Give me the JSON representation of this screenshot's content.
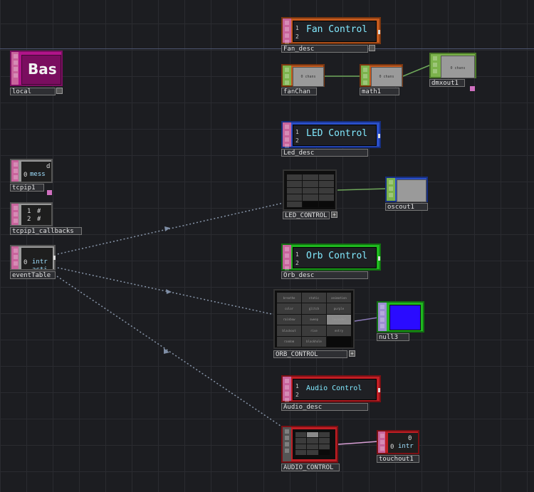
{
  "colors": {
    "background": "#1c1d21",
    "grid": "#2a2b30",
    "text_comp": "#c8649c",
    "chop": "#7cb34c",
    "dat": "#9a9a9a",
    "fan_accent": "#c45a1e",
    "led_accent": "#2a4fc8",
    "orb_accent": "#1fb81f",
    "audio_accent": "#c01e24",
    "local_accent": "#b1148a",
    "wire_green": "#6ea75a",
    "wire_dotted": "#8896aa"
  },
  "nodes": {
    "local": {
      "label": "local",
      "title": "Bas"
    },
    "fan_desc": {
      "label": "Fan_desc",
      "title": "Fan Control",
      "line1": "1",
      "line2": "2"
    },
    "fanchan": {
      "label": "fanChan",
      "preview": "0 chans"
    },
    "math1": {
      "label": "math1",
      "preview": "0 chans"
    },
    "dmxout1": {
      "label": "dmxout1",
      "preview": "0 chans"
    },
    "led_desc": {
      "label": "Led_desc",
      "title": "LED Control",
      "line1": "1",
      "line2": "2"
    },
    "led_control": {
      "label": "LED_CONTROL",
      "plus": "+"
    },
    "oscout1": {
      "label": "oscout1"
    },
    "tcpip1": {
      "label": "tcpip1",
      "row0": "0",
      "row1": "mess",
      "tail": "d"
    },
    "tcpip1_callbacks": {
      "label": "tcpip1_callbacks",
      "l1": "1",
      "l2": "2",
      "c1": "#",
      "c2": "#"
    },
    "eventtable": {
      "label": "eventTable",
      "row0": "0",
      "c1": "intr",
      "c2": "acti"
    },
    "orb_desc": {
      "label": "Orb_desc",
      "title": "Orb Control",
      "line1": "1",
      "line2": "2"
    },
    "orb_control": {
      "label": "ORB_CONTROL",
      "plus": "+",
      "cells": [
        "breathe",
        "static",
        "animation",
        "color",
        "glitch",
        "purple",
        "rainbow",
        "sweep",
        "lavender",
        "blackout",
        "rise",
        "entry",
        "random",
        "blackhole",
        ""
      ]
    },
    "null3": {
      "label": "null3"
    },
    "audio_desc": {
      "label": "Audio_desc",
      "title": "Audio Control",
      "line1": "1",
      "line2": "2"
    },
    "audio_control": {
      "label": "AUDIO_CONTROL"
    },
    "touchout1": {
      "label": "touchout1",
      "row0": "0",
      "row1": "0",
      "c1": "intr"
    }
  }
}
